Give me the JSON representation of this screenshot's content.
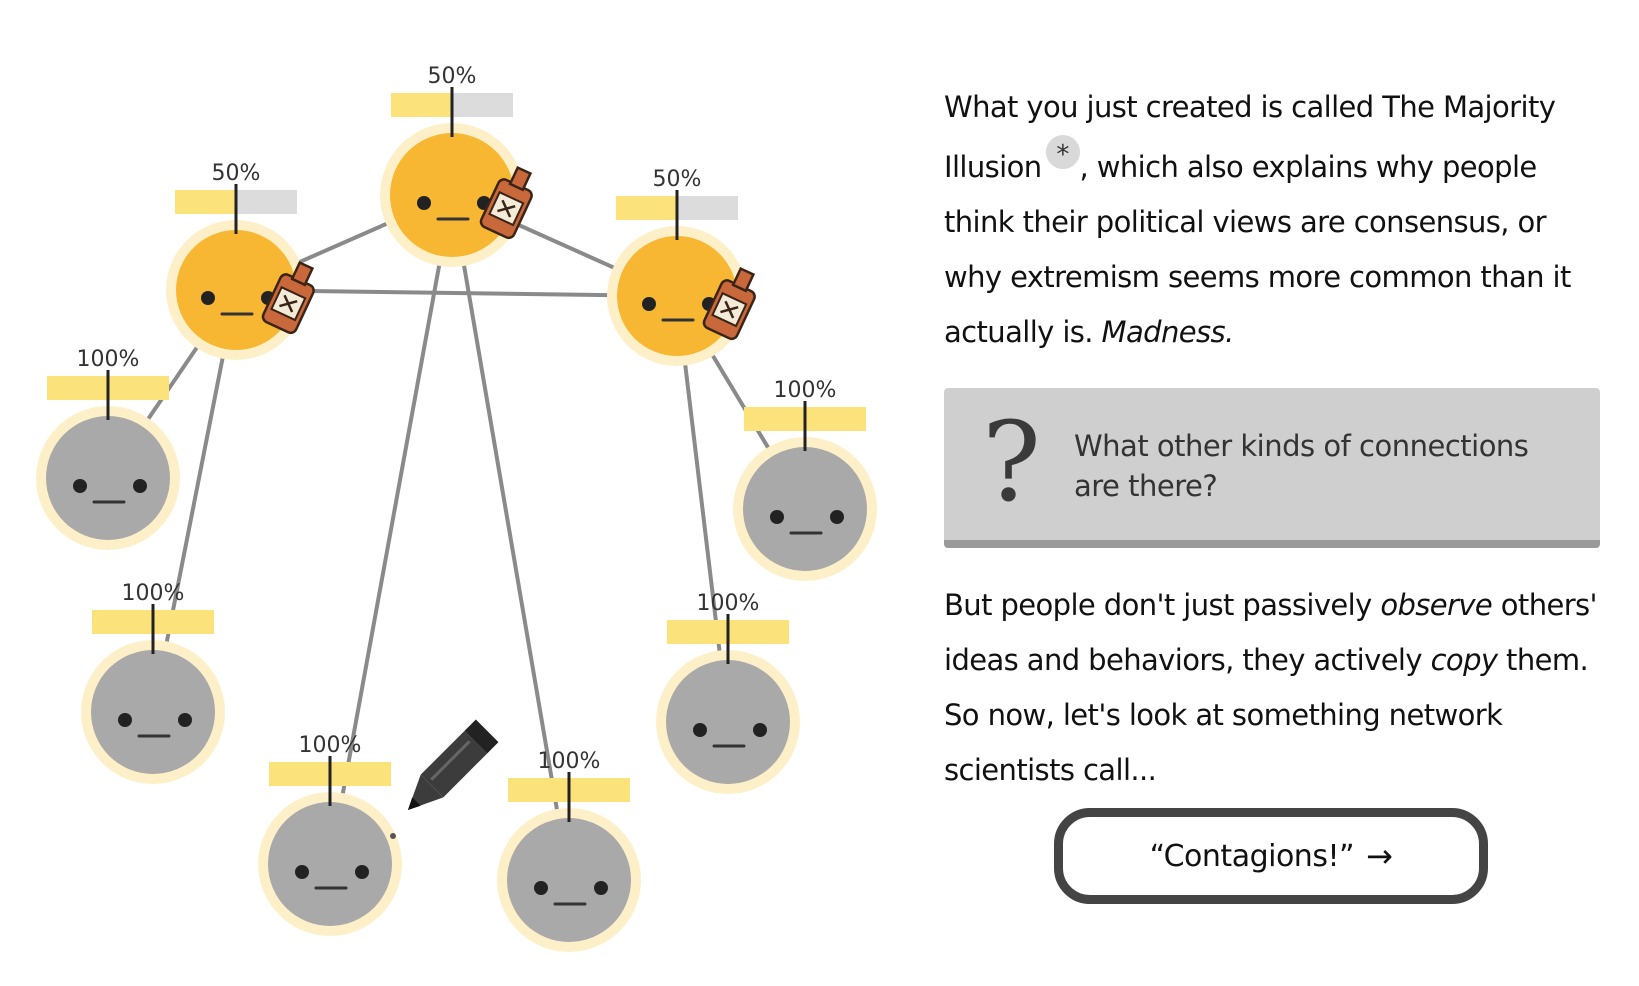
{
  "network": {
    "nodes": [
      {
        "id": "top-center",
        "state": "drinker",
        "percent": "50%",
        "fill": 0.5
      },
      {
        "id": "upper-left",
        "state": "drinker",
        "percent": "50%",
        "fill": 0.5
      },
      {
        "id": "upper-right",
        "state": "drinker",
        "percent": "50%",
        "fill": 0.5
      },
      {
        "id": "left-mid",
        "state": "sober",
        "percent": "100%",
        "fill": 1.0
      },
      {
        "id": "left-low",
        "state": "sober",
        "percent": "100%",
        "fill": 1.0
      },
      {
        "id": "bottom-left",
        "state": "sober",
        "percent": "100%",
        "fill": 1.0
      },
      {
        "id": "bottom-right",
        "state": "sober",
        "percent": "100%",
        "fill": 1.0
      },
      {
        "id": "right-low",
        "state": "sober",
        "percent": "100%",
        "fill": 1.0
      },
      {
        "id": "right-mid",
        "state": "sober",
        "percent": "100%",
        "fill": 1.0
      }
    ],
    "edges": [
      [
        "top-center",
        "upper-left"
      ],
      [
        "top-center",
        "upper-right"
      ],
      [
        "upper-left",
        "upper-right"
      ],
      [
        "top-center",
        "bottom-left"
      ],
      [
        "top-center",
        "bottom-right"
      ],
      [
        "upper-left",
        "left-mid"
      ],
      [
        "upper-left",
        "left-low"
      ],
      [
        "upper-right",
        "right-mid"
      ],
      [
        "upper-right",
        "right-low"
      ]
    ],
    "colors": {
      "bar_fill": "#fbe27a",
      "bar_empty": "#dcdcdc",
      "drinker_face": "#f7b733",
      "sober_face": "#a9a9a9",
      "halo": "#fdf0c8",
      "edge": "#8a8a8a"
    }
  },
  "text": {
    "para1_a": "What you just created is called The Majority Illusion",
    "footnote_symbol": "*",
    "para1_b": ", which also explains why people think their political views are consensus, or why extremism seems more common than it actually is. ",
    "para1_em": "Madness.",
    "question_symbol": "?",
    "question_label": "What other kinds of connections are there?",
    "para2_a": "But people don't just passively ",
    "para2_em1": "observe",
    "para2_b": " others' ideas and behaviors, they actively ",
    "para2_em2": "copy",
    "para2_c": " them. So now, let's look at something network scientists call...",
    "button_label": "“Contagions!”",
    "button_arrow": "→"
  }
}
